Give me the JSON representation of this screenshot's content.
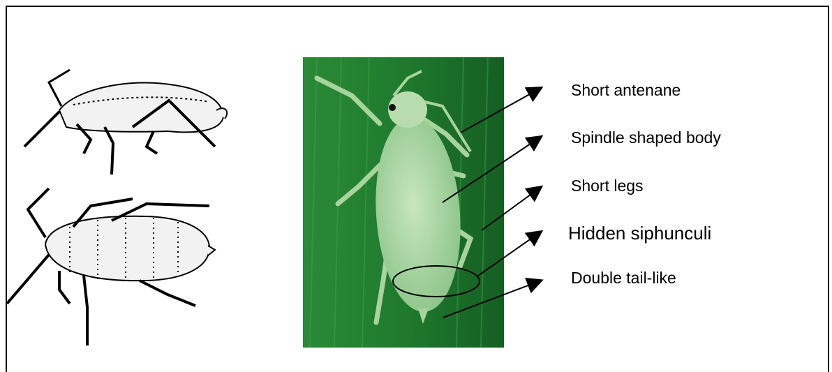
{
  "labels": {
    "antennae": "Short antenane",
    "body": "Spindle shaped body",
    "legs": "Short legs",
    "siphunculi": "Hidden siphunculi",
    "tail": "Double tail-like"
  },
  "colors": {
    "leaf_dark": "#1f7a2e",
    "leaf_light": "#3fa84a",
    "aphid_body": "#b9dcae",
    "ink": "#000000"
  }
}
